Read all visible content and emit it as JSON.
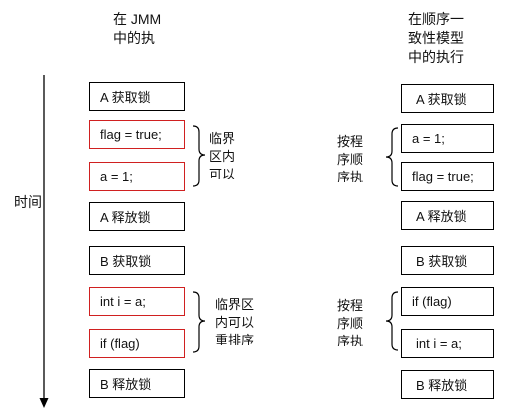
{
  "headers": {
    "jmm": "在 JMM\n中的执",
    "sc": "在顺序一\n致性模型\n中的执行"
  },
  "time_label": "时间",
  "jmm_column": [
    {
      "text": "A 获取锁",
      "highlight": false
    },
    {
      "text": "flag = true;",
      "highlight": true
    },
    {
      "text": "a = 1;",
      "highlight": true
    },
    {
      "text": "A 释放锁",
      "highlight": false
    },
    {
      "text": "B 获取锁",
      "highlight": false
    },
    {
      "text": "int i = a;",
      "highlight": true
    },
    {
      "text": "if (flag)",
      "highlight": true
    },
    {
      "text": "B 释放锁",
      "highlight": false
    }
  ],
  "sc_column": [
    {
      "text": "A 获取锁"
    },
    {
      "text": "a = 1;"
    },
    {
      "text": "flag = true;"
    },
    {
      "text": "A 释放锁"
    },
    {
      "text": "B 获取锁"
    },
    {
      "text": "if (flag)"
    },
    {
      "text": "int i = a;"
    },
    {
      "text": "B 释放锁"
    }
  ],
  "annotations": {
    "jmm_group1": "临界\n区内\n可以",
    "jmm_group2": "临界区\n内可以\n重排序",
    "sc_group1": "按程\n序顺\n序执",
    "sc_group2": "按程\n序顺\n序执"
  }
}
